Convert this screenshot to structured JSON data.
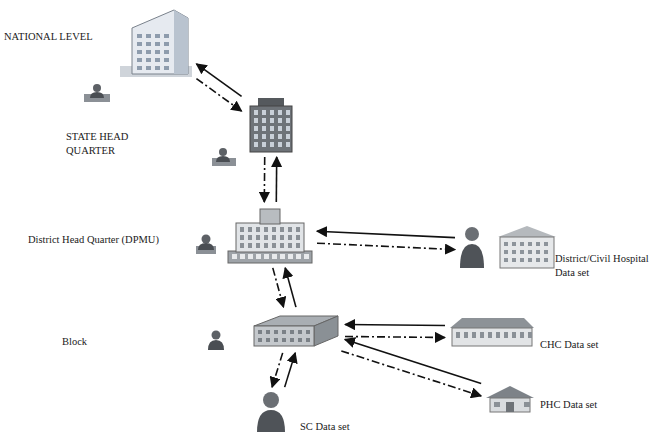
{
  "diagram": {
    "nodes": [
      {
        "text": [
          "NATIONAL LEVEL"
        ]
      },
      {
        "text": [
          "STATE HEAD QUARTER"
        ]
      },
      {
        "text": [
          "District Head Quarter (DPMU)"
        ]
      },
      {
        "text": [
          "District/Civil Hospital Data set"
        ]
      },
      {
        "text": [
          "Block"
        ]
      },
      {
        "text": [
          "CHC Data set"
        ]
      },
      {
        "text": [
          "PHC Data set"
        ]
      },
      {
        "text": [
          "SC Data set"
        ]
      }
    ],
    "edges": [
      {
        "from": 1,
        "to": 0,
        "arrow": "to"
      },
      {
        "from": 0,
        "to": 1,
        "arrow": "to"
      },
      {
        "from": 2,
        "to": 1,
        "arrow": "to"
      },
      {
        "from": 1,
        "to": 2,
        "arrow": "to"
      },
      {
        "from": 3,
        "to": 2,
        "arrow": "to"
      },
      {
        "from": 2,
        "to": 3,
        "arrow": "to"
      },
      {
        "from": 4,
        "to": 2,
        "arrow": "to"
      },
      {
        "from": 2,
        "to": 4,
        "arrow": "to"
      },
      {
        "from": 5,
        "to": 4,
        "arrow": "to"
      },
      {
        "from": 4,
        "to": 5,
        "arrow": "to"
      },
      {
        "from": 6,
        "to": 4,
        "arrow": "to"
      },
      {
        "from": 4,
        "to": 6,
        "arrow": "to"
      },
      {
        "from": 7,
        "to": 4,
        "arrow": "to"
      },
      {
        "from": 4,
        "to": 7,
        "arrow": "to"
      }
    ]
  }
}
